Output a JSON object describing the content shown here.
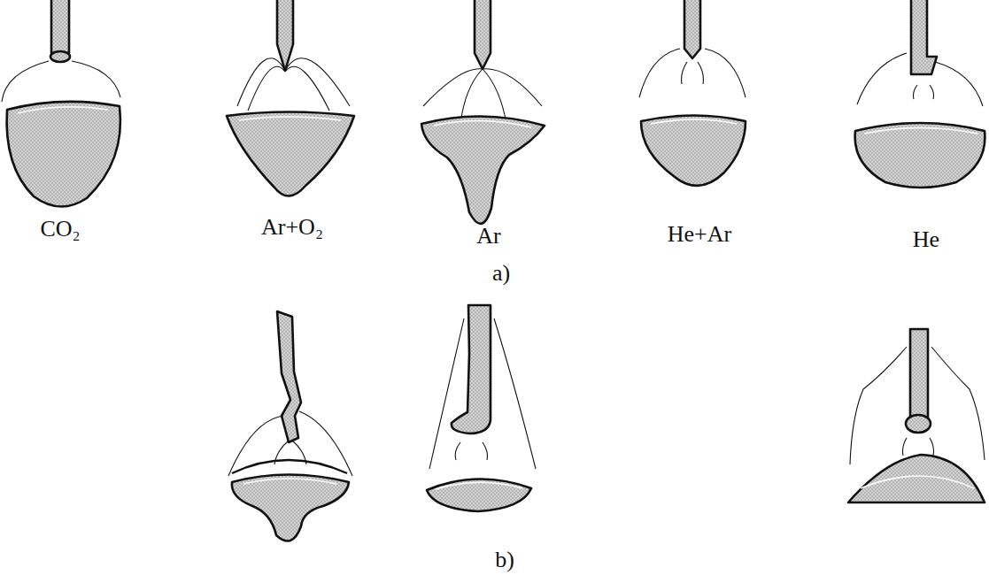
{
  "diagram": {
    "labels": [
      "CO₂",
      "Ar+O₂",
      "Ar",
      "He+Ar",
      "He",
      "a)",
      "b)"
    ]
  }
}
